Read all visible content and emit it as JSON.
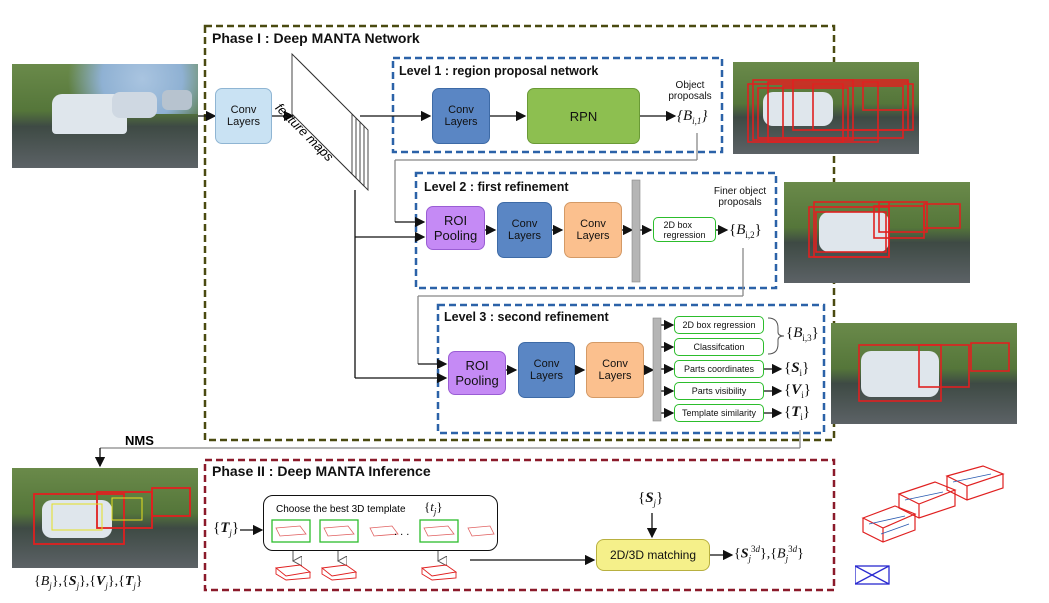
{
  "phase1": {
    "title": "Phase I : Deep MANTA Network"
  },
  "phase2": {
    "title": "Phase II : Deep MANTA Inference"
  },
  "input_conv": "Conv\nLayers",
  "feature_maps": "feature maps",
  "level1": {
    "title": "Level 1 : region proposal network",
    "conv": "Conv\nLayers",
    "rpn": "RPN",
    "note": "Object\nproposals",
    "output": "{B i,1}"
  },
  "level2": {
    "title": "Level 2 : first refinement",
    "roi": "ROI\nPooling",
    "conv1": "Conv\nLayers",
    "conv2": "Conv\nLayers",
    "reg": "2D box\nregression",
    "note": "Finer object\nproposals",
    "output": "{B i,2}"
  },
  "level3": {
    "title": "Level 3 : second refinement",
    "roi": "ROI\nPooling",
    "conv1": "Conv\nLayers",
    "conv2": "Conv\nLayers",
    "heads": [
      "2D box regression",
      "Classifcation",
      "Parts coordinates",
      "Parts visibility",
      "Template similarity"
    ],
    "out_b": "{B i,3}",
    "out_s": "{S i}",
    "out_v": "{V i}",
    "out_t": "{T i}"
  },
  "nms": "NMS",
  "bottom_caption": "{Bj},{Sj},{Vj},{Tj}",
  "inference": {
    "tj_in": "{Tj}",
    "choose": "Choose the best 3D template",
    "choose_math": "{tj}",
    "dots": ". . .",
    "sj": "{Sj}",
    "matching": "2D/3D matching",
    "result": "{Sj 3d},{Bj 3d}"
  },
  "colors": {
    "phase1_border": "#4a4a10",
    "phase2_border": "#8b1a2a",
    "level_border": "#2b62a8",
    "conv_blue": "#5a86c4",
    "rpn_green": "#8dbf50",
    "roi_purple": "#c58af5",
    "conv_orange": "#fbc08e",
    "light_conv": "#c9e2f3",
    "matching_yellow": "#f5f08a",
    "box_red": "#e02020"
  }
}
